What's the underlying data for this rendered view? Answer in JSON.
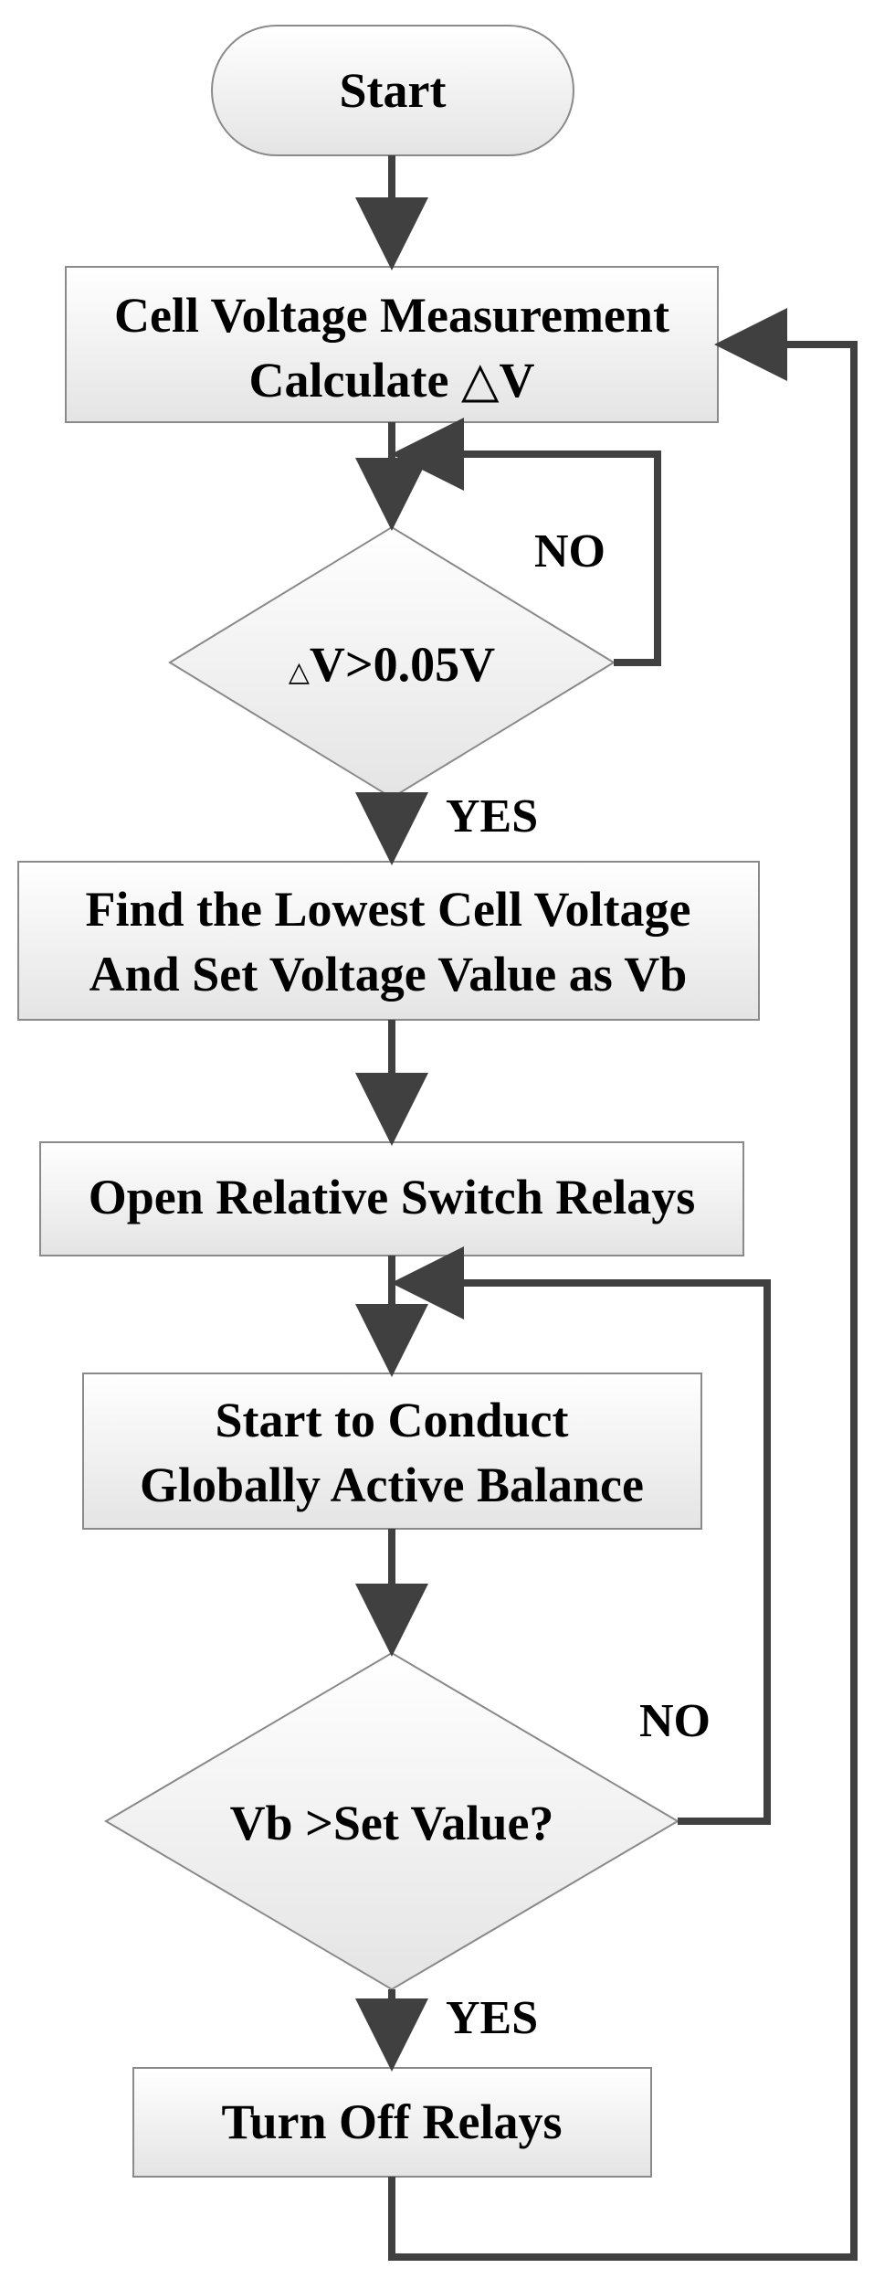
{
  "nodes": {
    "start": {
      "label": "Start"
    },
    "measure": {
      "line1": "Cell Voltage Measurement",
      "line2_text": "Calculate ",
      "line2_symbol": "△",
      "line2_suffix": "V"
    },
    "check_dv": {
      "symbol": "△",
      "label": "V>0.05V"
    },
    "find_lowest": {
      "line1": "Find the Lowest Cell Voltage",
      "line2": "And Set Voltage Value as Vb"
    },
    "open_relays": {
      "label": "Open Relative Switch Relays"
    },
    "conduct": {
      "line1": "Start to Conduct",
      "line2": "Globally Active Balance"
    },
    "check_vb": {
      "label": "Vb >Set Value?"
    },
    "turn_off": {
      "label": "Turn Off Relays"
    }
  },
  "branches": {
    "dv_no": "NO",
    "dv_yes": "YES",
    "vb_no": "NO",
    "vb_yes": "YES"
  },
  "colors": {
    "line": "#404040",
    "box_stroke": "#8a8a8a",
    "box_fill_top": "#ffffff",
    "box_fill_bottom": "#e6e6e6"
  }
}
